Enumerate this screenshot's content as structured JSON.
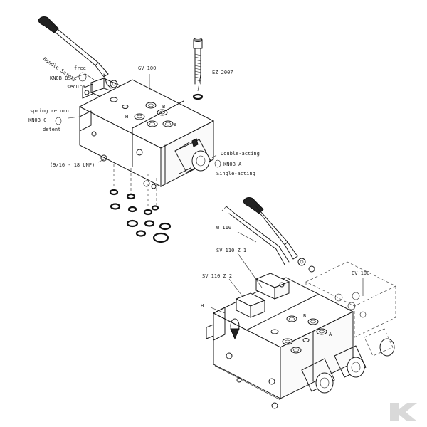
{
  "labels": {
    "handle_safety": "Handle Safety",
    "free": "free",
    "knob_b": "KNOB B",
    "secure": "secure",
    "gv100_top": "GV 100",
    "ez2007": "EZ 2007",
    "spring_return": "spring return",
    "knob_c": "KNOB C",
    "detent": "detent",
    "double_acting": "Double-acting",
    "knob_a": "KNOB A",
    "single_acting": "Single-acting",
    "thread": "(9/16 - 18 UNF)",
    "h_top": "H",
    "b_top": "B",
    "a_top": "A",
    "w110": "W 110",
    "sv110z1": "SV 110 Z 1",
    "sv110z2": "SV 110 Z 2",
    "gv100_bottom": "GV 100",
    "h_bottom": "H",
    "b_bottom": "B",
    "a_bottom": "A"
  },
  "colors": {
    "line": "#1a1a1a",
    "background": "#ffffff",
    "logo": "#d9d9d9"
  },
  "icons": {
    "logo": "kramp-k-logo"
  }
}
